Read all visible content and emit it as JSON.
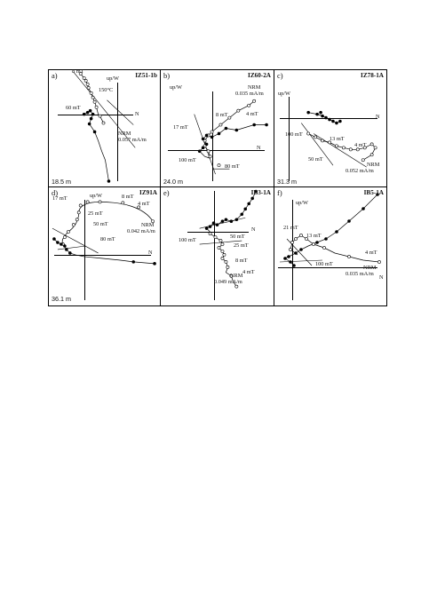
{
  "panels": [
    {
      "letter": "a)",
      "sample_id": "IZ51-1b",
      "depth": "18.5 m",
      "labels": [
        "8 mT",
        "150°C",
        "up/W",
        "60 mT",
        "N",
        "NRM",
        "0.057 mA/m"
      ]
    },
    {
      "letter": "b)",
      "sample_id": "IZ60-2A",
      "depth": "24.0 m",
      "labels": [
        "up/W",
        "NRM",
        "0.035 mA/m",
        "4 mT",
        "8 mT",
        "17 mT",
        "100 mT",
        "80 mT",
        "N"
      ]
    },
    {
      "letter": "c)",
      "sample_id": "IZ78-1A",
      "depth": "31.3 m",
      "labels": [
        "up/W",
        "N",
        "100 mT",
        "50 mT",
        "13 mT",
        "4 mT",
        "NRM",
        "0.052 mA/m"
      ]
    },
    {
      "letter": "d)",
      "sample_id": "IZ91A",
      "depth": "36.1 m",
      "labels": [
        "17 mT",
        "up/W",
        "8 mT",
        "4 mT",
        "25 mT",
        "50 mT",
        "NRM",
        "0.042 mA/m",
        "80 mT",
        "N"
      ]
    },
    {
      "letter": "e)",
      "sample_id": "IB3-1A",
      "depth": "",
      "labels": [
        "N",
        "100 mT",
        "50 mT",
        "25 mT",
        "8 mT",
        "4 mT",
        "NRM",
        "0.049 mA/m"
      ]
    },
    {
      "letter": "f)",
      "sample_id": "IB5-1A",
      "depth": "",
      "labels": [
        "up/W",
        "21 mT",
        "13 mT",
        "4 mT",
        "100 mT",
        "NRM",
        "0.035 mA/m",
        "N"
      ]
    }
  ],
  "colors": {
    "line": "#000000",
    "filled": "#000000",
    "open": "#ffffff"
  }
}
